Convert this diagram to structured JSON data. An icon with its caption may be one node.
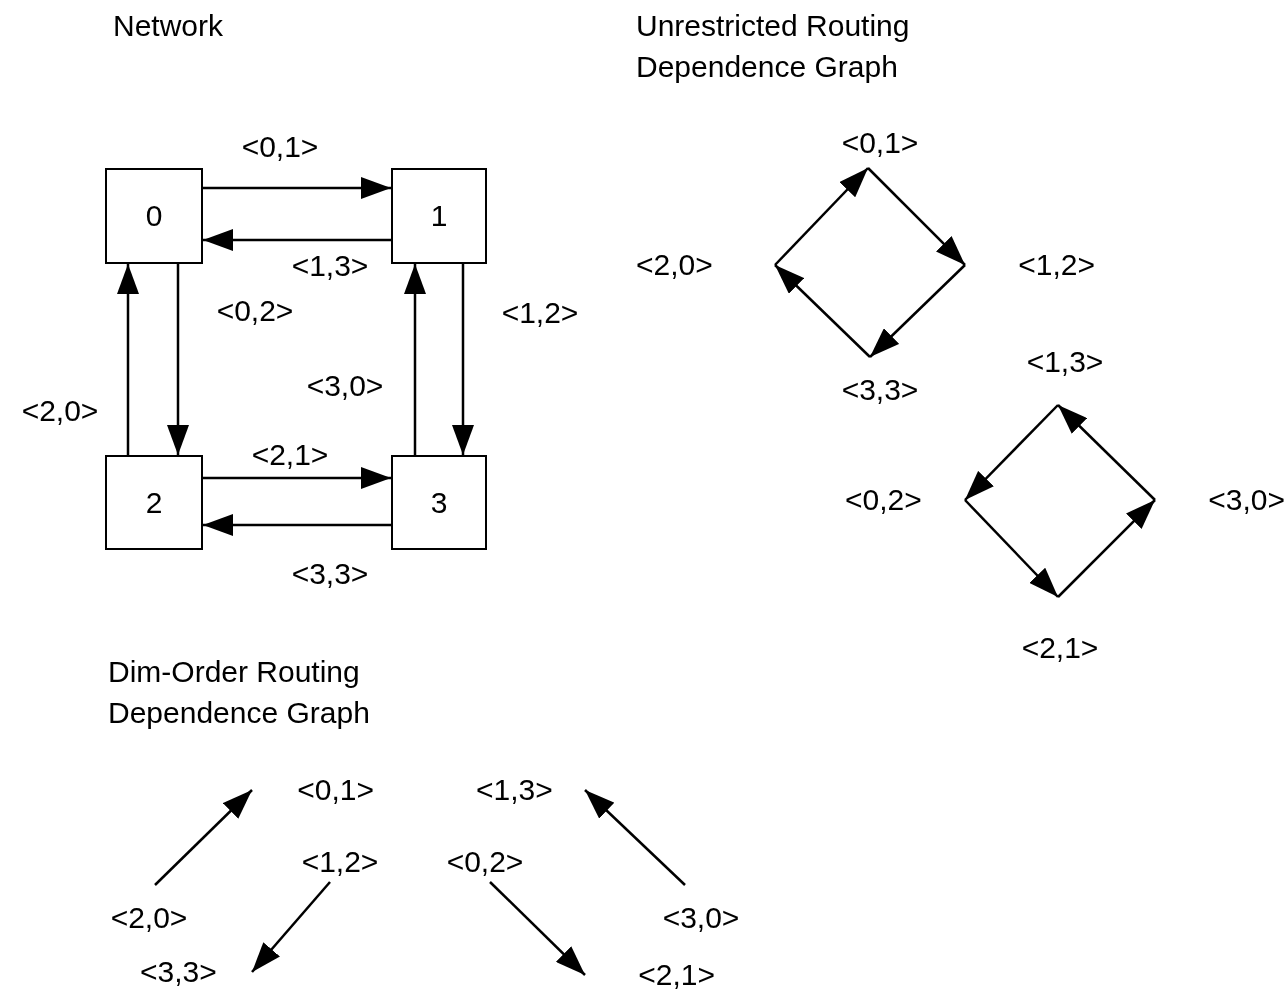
{
  "diagram": {
    "nodes": [
      {
        "text": [
          "0"
        ]
      },
      {
        "text": [
          "1"
        ]
      },
      {
        "text": [
          "2"
        ]
      },
      {
        "text": [
          "3"
        ]
      },
      {
        "text": [
          "<0,1>"
        ]
      },
      {
        "text": [
          "<2,0>"
        ]
      },
      {
        "text": [
          "<1,2>"
        ]
      },
      {
        "text": [
          "<3,3>"
        ]
      },
      {
        "text": [
          "<1,3>"
        ]
      },
      {
        "text": [
          "<0,2>"
        ]
      },
      {
        "text": [
          "<3,0>"
        ]
      },
      {
        "text": [
          "<2,1>"
        ]
      },
      {
        "text": [
          "<0,1>"
        ]
      },
      {
        "text": [
          "<1,3>"
        ]
      },
      {
        "text": [
          "<1,2>"
        ]
      },
      {
        "text": [
          "<0,2>"
        ]
      },
      {
        "text": [
          "<2,0>"
        ]
      },
      {
        "text": [
          "<3,0>"
        ]
      },
      {
        "text": [
          "<3,3>"
        ]
      },
      {
        "text": [
          "<2,1>"
        ]
      }
    ],
    "edges": [
      {
        "from": 0,
        "to": 1,
        "arrow": "to",
        "label": "<0,1>"
      },
      {
        "from": 1,
        "to": 0,
        "arrow": "to",
        "label": "<1,3>"
      },
      {
        "from": 0,
        "to": 2,
        "arrow": "to",
        "label": "<0,2>"
      },
      {
        "from": 1,
        "to": 3,
        "arrow": "to",
        "label": "<1,2>"
      },
      {
        "from": 2,
        "to": 0,
        "arrow": "to",
        "label": "<2,0>"
      },
      {
        "from": 3,
        "to": 1,
        "arrow": "to",
        "label": "<3,0>"
      },
      {
        "from": 2,
        "to": 3,
        "arrow": "to",
        "label": "<2,1>"
      },
      {
        "from": 3,
        "to": 2,
        "arrow": "to",
        "label": "<3,3>"
      },
      {
        "from": 5,
        "to": 4,
        "arrow": "to"
      },
      {
        "from": 4,
        "to": 6,
        "arrow": "to"
      },
      {
        "from": 6,
        "to": 7,
        "arrow": "to"
      },
      {
        "from": 7,
        "to": 5,
        "arrow": "to"
      },
      {
        "from": 8,
        "to": 9,
        "arrow": "to"
      },
      {
        "from": 9,
        "to": 11,
        "arrow": "to"
      },
      {
        "from": 11,
        "to": 10,
        "arrow": "to"
      },
      {
        "from": 10,
        "to": 8,
        "arrow": "to"
      },
      {
        "from": 16,
        "to": 12,
        "arrow": "to"
      },
      {
        "from": 14,
        "to": 18,
        "arrow": "to"
      },
      {
        "from": 15,
        "to": 19,
        "arrow": "to"
      },
      {
        "from": 17,
        "to": 13,
        "arrow": "to"
      }
    ],
    "labels": [
      "Network",
      "Unrestricted Routing Dependence Graph",
      "Dim-Order Routing Dependence Graph"
    ]
  }
}
